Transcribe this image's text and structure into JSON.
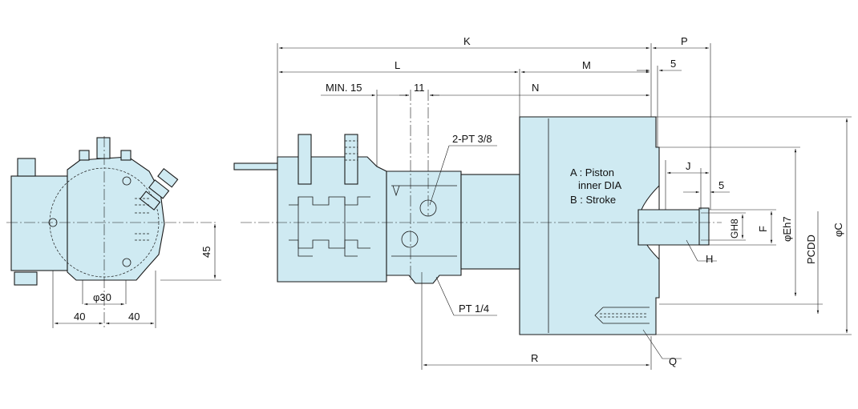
{
  "labels": {
    "K": "K",
    "P": "P",
    "L": "L",
    "M": "M",
    "five_top": "5",
    "min15": "MIN. 15",
    "eleven": "11",
    "N": "N",
    "pt38": "2-PT 3/8",
    "J": "J",
    "five_mid": "5",
    "a_piston": "A : Piston",
    "inner_dia": "inner DIA",
    "b_stroke": "B : Stroke",
    "GH8": "GH8",
    "F": "F",
    "Eh7": "φEh7",
    "PCDD": "PCDD",
    "C": "φC",
    "H": "H",
    "pt14": "PT 1/4",
    "R": "R",
    "Q": "Q",
    "d30": "φ30",
    "forty_left": "40",
    "forty_right": "40",
    "fortyfive": "45"
  },
  "colors": {
    "body_fill": "#cfeaf2",
    "line": "#1a1a1a"
  }
}
